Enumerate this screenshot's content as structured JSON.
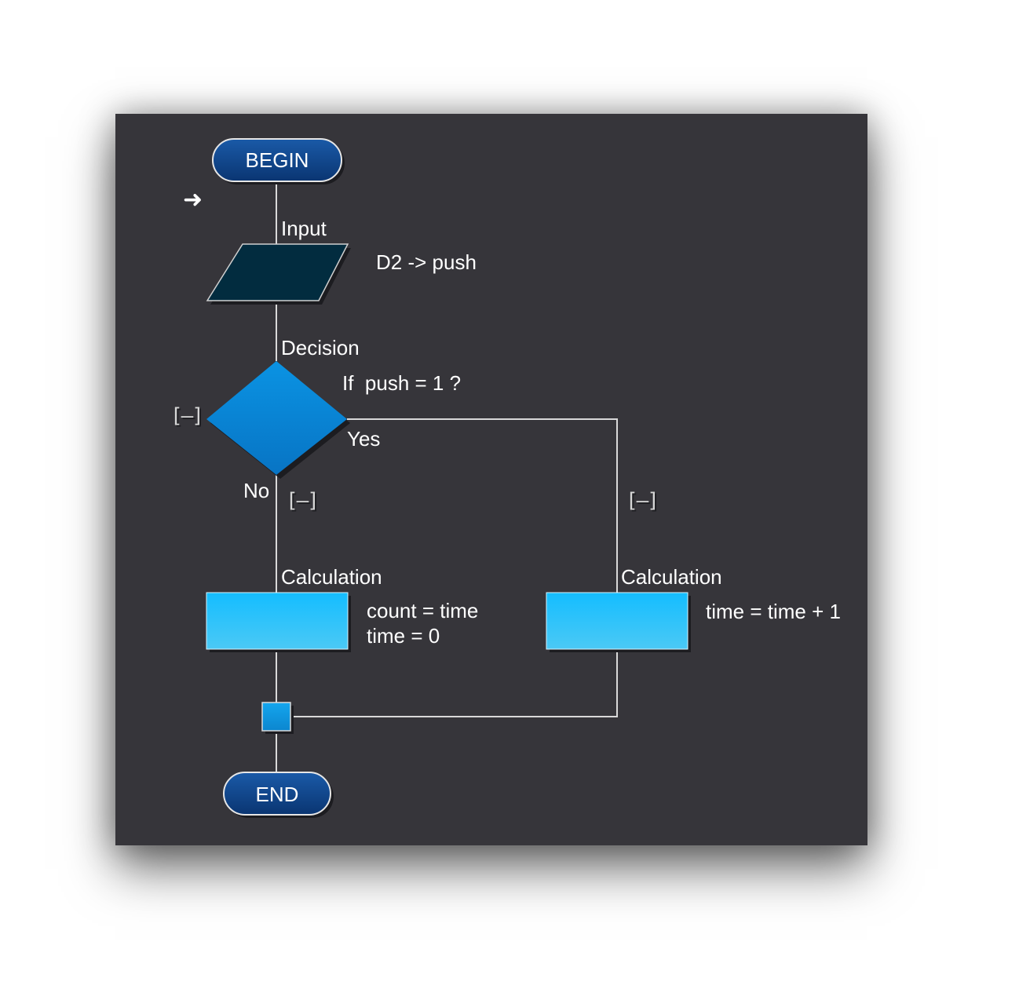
{
  "diagram": {
    "begin_label": "BEGIN",
    "end_label": "END",
    "input": {
      "type_label": "Input",
      "text": "D2 -> push"
    },
    "decision": {
      "type_label": "Decision",
      "text": "If  push = 1 ?",
      "yes_label": "Yes",
      "no_label": "No"
    },
    "calc_left": {
      "type_label": "Calculation",
      "line1": "count = time",
      "line2": "time = 0"
    },
    "calc_right": {
      "type_label": "Calculation",
      "line1": "time = time + 1"
    },
    "collapse_glyph": "[–]",
    "pointer_icon": "right-arrow-icon",
    "colors": {
      "background": "#36353a",
      "terminal": "#0e3f82",
      "input": "#022c3f",
      "decision": "#0a86d6",
      "process": "#16bfff",
      "connector": "#0f9ee0",
      "line": "#d9d9d9"
    }
  }
}
